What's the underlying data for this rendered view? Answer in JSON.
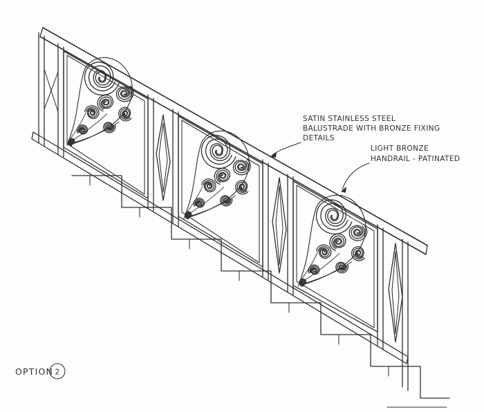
{
  "drawing": {
    "title": "Hand sketch of ornamental stair balustrade, option 2",
    "annotations": {
      "steel_note": [
        "SATIN STAINLESS STEEL",
        "BALUSTRADE WITH BRONZE FIXING",
        "DETAILS"
      ],
      "handrail_note": [
        "LIGHT BRONZE",
        "HANDRAIL - PATINATED"
      ],
      "option_label": "OPTION",
      "option_number": "2"
    },
    "elements": {
      "handrail": "handrail",
      "bottom_rail": "bottom-rail",
      "scroll_panels": 3,
      "diamond_panels": 3,
      "steps": 8
    },
    "colors": {
      "ink": "#2e2e2e",
      "paper": "#fdfdfb"
    }
  }
}
